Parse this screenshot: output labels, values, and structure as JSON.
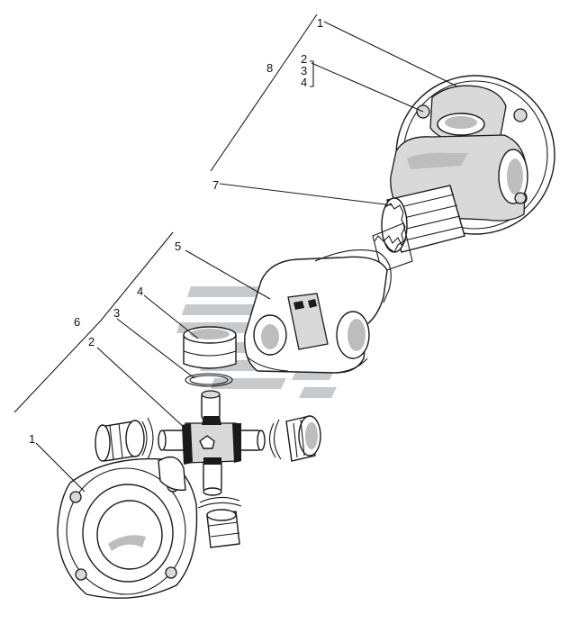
{
  "callouts": {
    "top_1": "1",
    "top_2": "2",
    "top_3": "3",
    "top_4": "4",
    "top_7": "7",
    "top_8": "8",
    "mid_5": "5",
    "mid_4": "4",
    "mid_3": "3",
    "mid_6": "6",
    "mid_2": "2",
    "bottom_1": "1"
  },
  "colors": {
    "line": "#1a1a1a",
    "watermark": "#9aa0a6",
    "fill_grey": "#d9d9d9"
  }
}
